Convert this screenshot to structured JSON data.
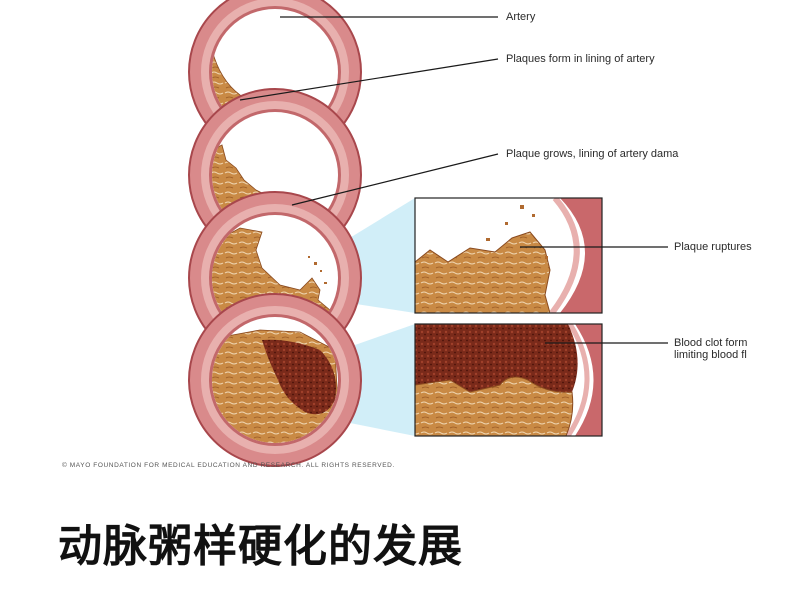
{
  "labels": {
    "artery": "Artery",
    "plaques_form": "Plaques form in lining of artery",
    "plaque_grows": "Plaque grows, lining of artery dama",
    "plaque_ruptures": "Plaque ruptures",
    "blood_clot_line1": "Blood clot form",
    "blood_clot_line2": "limiting blood fl"
  },
  "copyright": "© MAYO FOUNDATION FOR MEDICAL EDUCATION AND RESEARCH. ALL RIGHTS RESERVED.",
  "title": "动脉粥样硬化的发展",
  "colors": {
    "artery_wall": "#c9676a",
    "artery_wall_light": "#e3a3a2",
    "plaque": "#c98a45",
    "plaque_dark": "#8a4a1f",
    "clot": "#7a2a1a",
    "zoom_highlight": "#bfe6f5",
    "leader_line": "#1a1a1a"
  }
}
